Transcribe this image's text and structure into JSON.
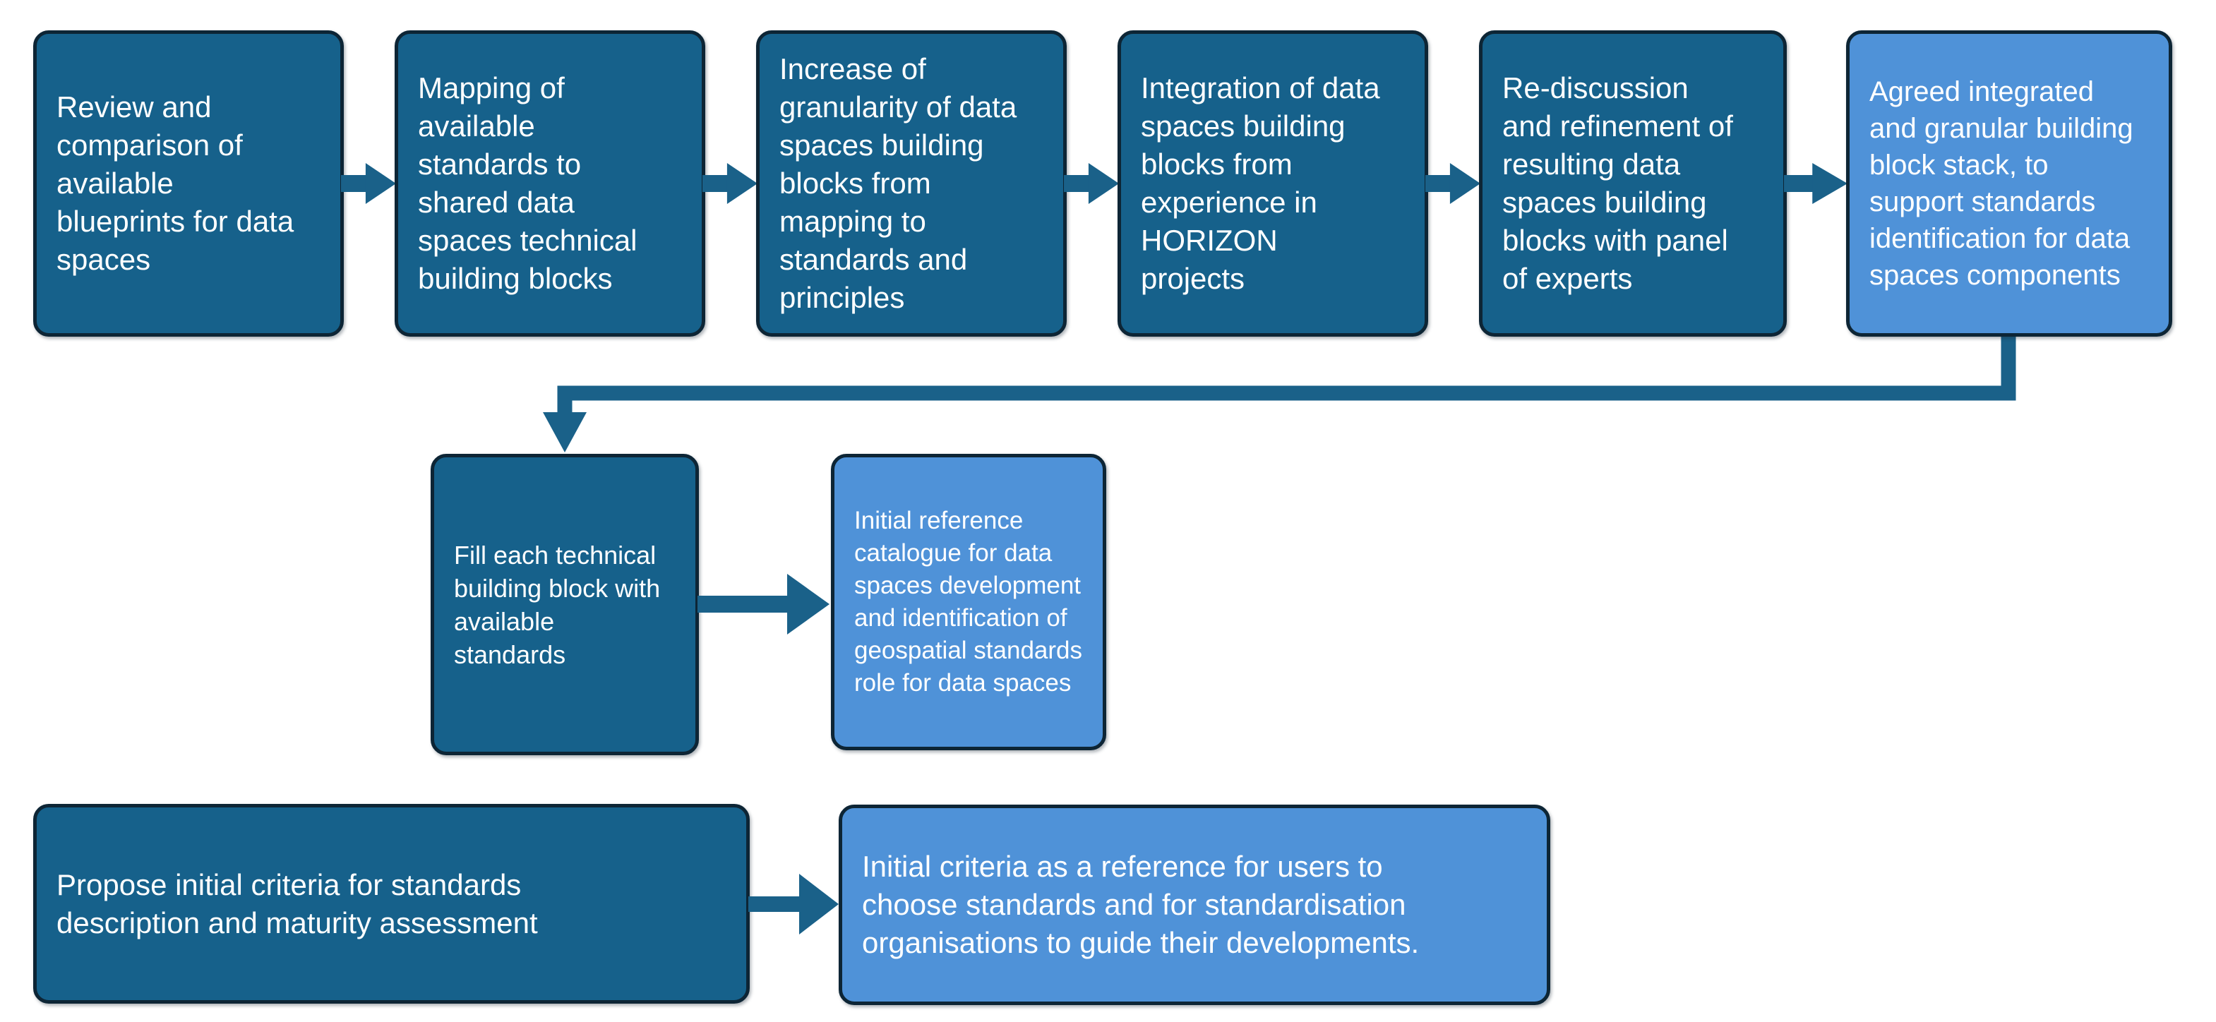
{
  "diagram": {
    "boxes": {
      "review": {
        "text": "Review and\ncomparison of\navailable\nblueprints for data\nspaces"
      },
      "mapping": {
        "text": "Mapping of\navailable\nstandards to\nshared data\nspaces technical\nbuilding blocks"
      },
      "granularity": {
        "text": "Increase of\ngranularity of data\nspaces building\nblocks from\nmapping to\nstandards and\nprinciples"
      },
      "integration": {
        "text": "Integration of data\nspaces building\nblocks from\nexperience in\nHORIZON\nprojects"
      },
      "rediscussion": {
        "text": "Re-discussion\nand refinement of\nresulting data\nspaces building\nblocks with panel\nof experts"
      },
      "agreed_stack": {
        "text": "Agreed integrated\nand granular building\nblock stack, to\nsupport standards\nidentification for data\nspaces components"
      },
      "fill_blocks": {
        "text": "Fill each technical\nbuilding block with\navailable\nstandards"
      },
      "reference_catalogue": {
        "text": "Initial reference\ncatalogue for data\nspaces development\nand identification of\ngeospatial standards\nrole for data spaces"
      },
      "propose_criteria": {
        "text": "Propose initial criteria for standards\ndescription and maturity assessment"
      },
      "initial_criteria": {
        "text": "Initial criteria as a reference for users to\nchoose standards and for standardisation\norganisations to guide their developments."
      }
    },
    "colors": {
      "process_fill": "#16618B",
      "output_fill": "#4F92D8",
      "border": "#0D2535",
      "arrow": "#1A6189",
      "text": "#FFFFFF",
      "background": "#FFFFFF"
    }
  }
}
